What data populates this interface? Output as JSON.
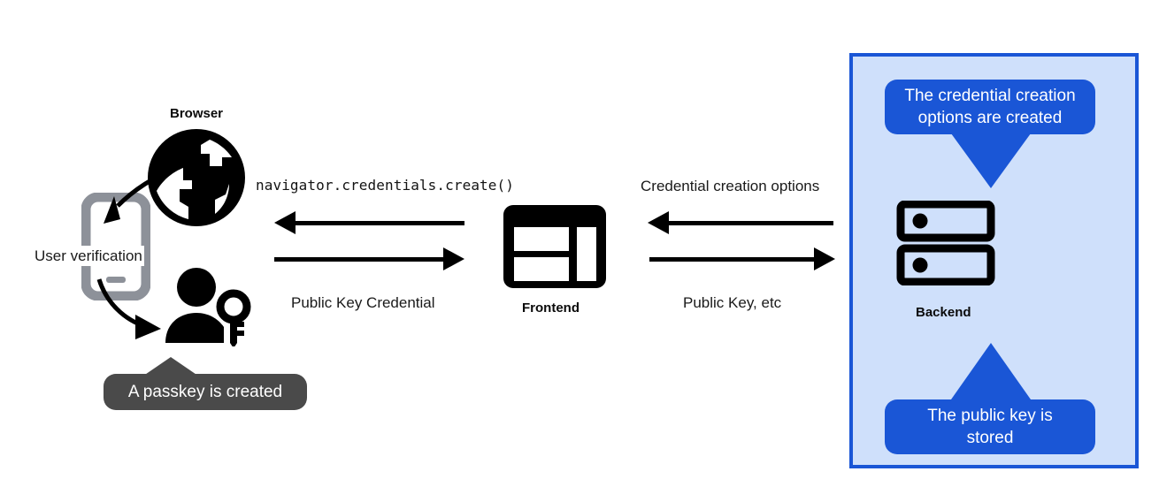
{
  "diagram": {
    "title": "Passkey registration flow",
    "colors": {
      "panel_fill": "#cfe0fb",
      "panel_border": "#1a56d6",
      "tooltip_blue": "#1a56d6",
      "tooltip_dark": "#4a4a4a",
      "icon_black": "#000000",
      "phone_gray": "#8d9199",
      "background": "#ffffff"
    }
  },
  "nodes": {
    "browser_label": "Browser",
    "frontend_label": "Frontend",
    "backend_label": "Backend",
    "user_verification_label": "User verification"
  },
  "messages": {
    "browser_frontend_inbound": "navigator.credentials.create()",
    "browser_frontend_outbound": "Public Key Credential",
    "frontend_backend_inbound": "Credential creation options",
    "frontend_backend_outbound": "Public Key, etc"
  },
  "tooltips": {
    "passkey_created": "A passkey is created",
    "credential_options_created": "The credential creation\noptions are created",
    "public_key_stored": "The public key is\nstored"
  },
  "icons": {
    "browser": "globe-icon",
    "frontend": "web-layout-icon",
    "backend": "server-rack-icon",
    "phone": "smartphone-icon",
    "user": "person-with-key-icon"
  }
}
